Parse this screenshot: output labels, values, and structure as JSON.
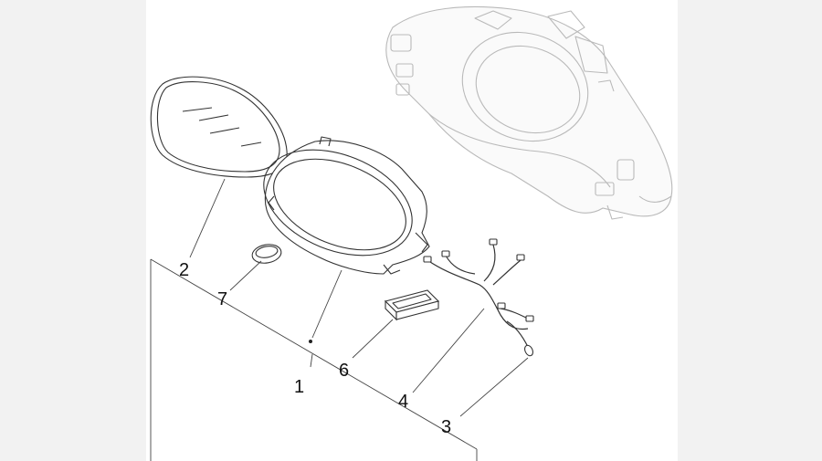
{
  "diagram": {
    "callouts": [
      {
        "id": "1",
        "label": "1"
      },
      {
        "id": "2",
        "label": "2"
      },
      {
        "id": "3",
        "label": "3"
      },
      {
        "id": "4",
        "label": "4"
      },
      {
        "id": "6",
        "label": "6"
      },
      {
        "id": "7",
        "label": "7"
      }
    ],
    "parts": [
      "handlebar-cover",
      "instrument-glass",
      "instrument-panel",
      "bulb",
      "wiring-harness",
      "bulb-holder",
      "seal"
    ]
  }
}
